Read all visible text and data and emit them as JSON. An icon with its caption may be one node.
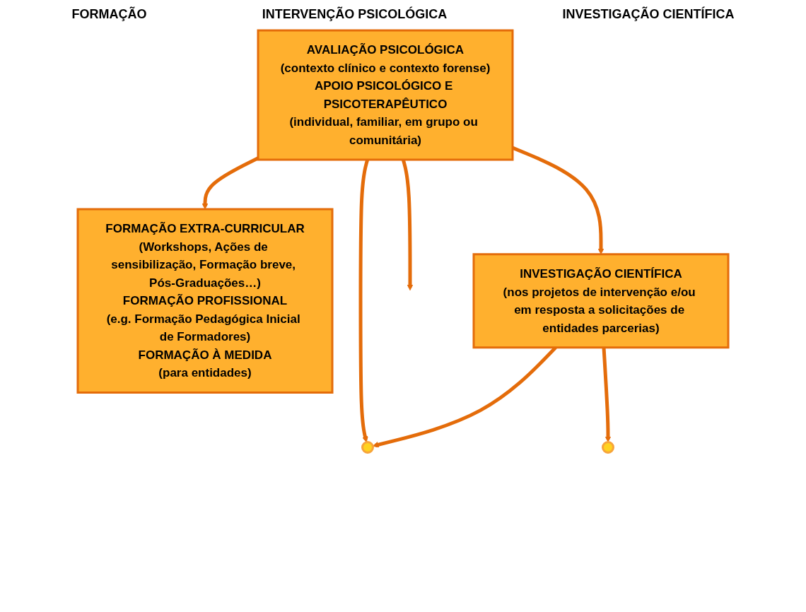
{
  "diagram": {
    "nodes": [
      {
        "text": [
          "FORMAÇÃO EXTRA-CURRICULAR",
          "(Workshops, Ações de sensibilização, Formação breve, Pós-Graduações…)",
          "FORMAÇÃO PROFISSIONAL",
          "(e.g. Formação Pedagógica Inicial de Formadores)",
          "FORMAÇÃO À MEDIDA",
          "(para entidades)"
        ]
      },
      {
        "text": [
          "AVALIAÇÃO PSICOLÓGICA",
          "(contexto clínico e contexto forense)",
          "APOIO PSICOLÓGICO E PSICOTERAPÊUTICO",
          "(individual, familiar, em grupo ou comunitária)"
        ]
      },
      {
        "text": [
          "INVESTIGAÇÃO CIENTÍFICA",
          "(nos projetos de intervenção e/ou em resposta a solicitações de entidades parcerias)"
        ]
      },
      {
        "text": [],
        "shape": "circle"
      },
      {
        "text": [],
        "shape": "circle"
      }
    ],
    "edges": [
      {
        "from": 1,
        "to": 0,
        "arrow": "to"
      },
      {
        "from": 1,
        "to": 2,
        "arrow": "to"
      },
      {
        "from": 1,
        "to": null,
        "arrow": "to"
      },
      {
        "from": 1,
        "to": 3,
        "arrow": "to"
      },
      {
        "from": 2,
        "to": 3,
        "arrow": "to"
      },
      {
        "from": 2,
        "to": 4,
        "arrow": "to"
      }
    ],
    "labels": [
      "FORMAÇÃO",
      "INTERVENÇÃO PSICOLÓGICA",
      "INVESTIGAÇÃO CIENTÍFICA"
    ]
  }
}
